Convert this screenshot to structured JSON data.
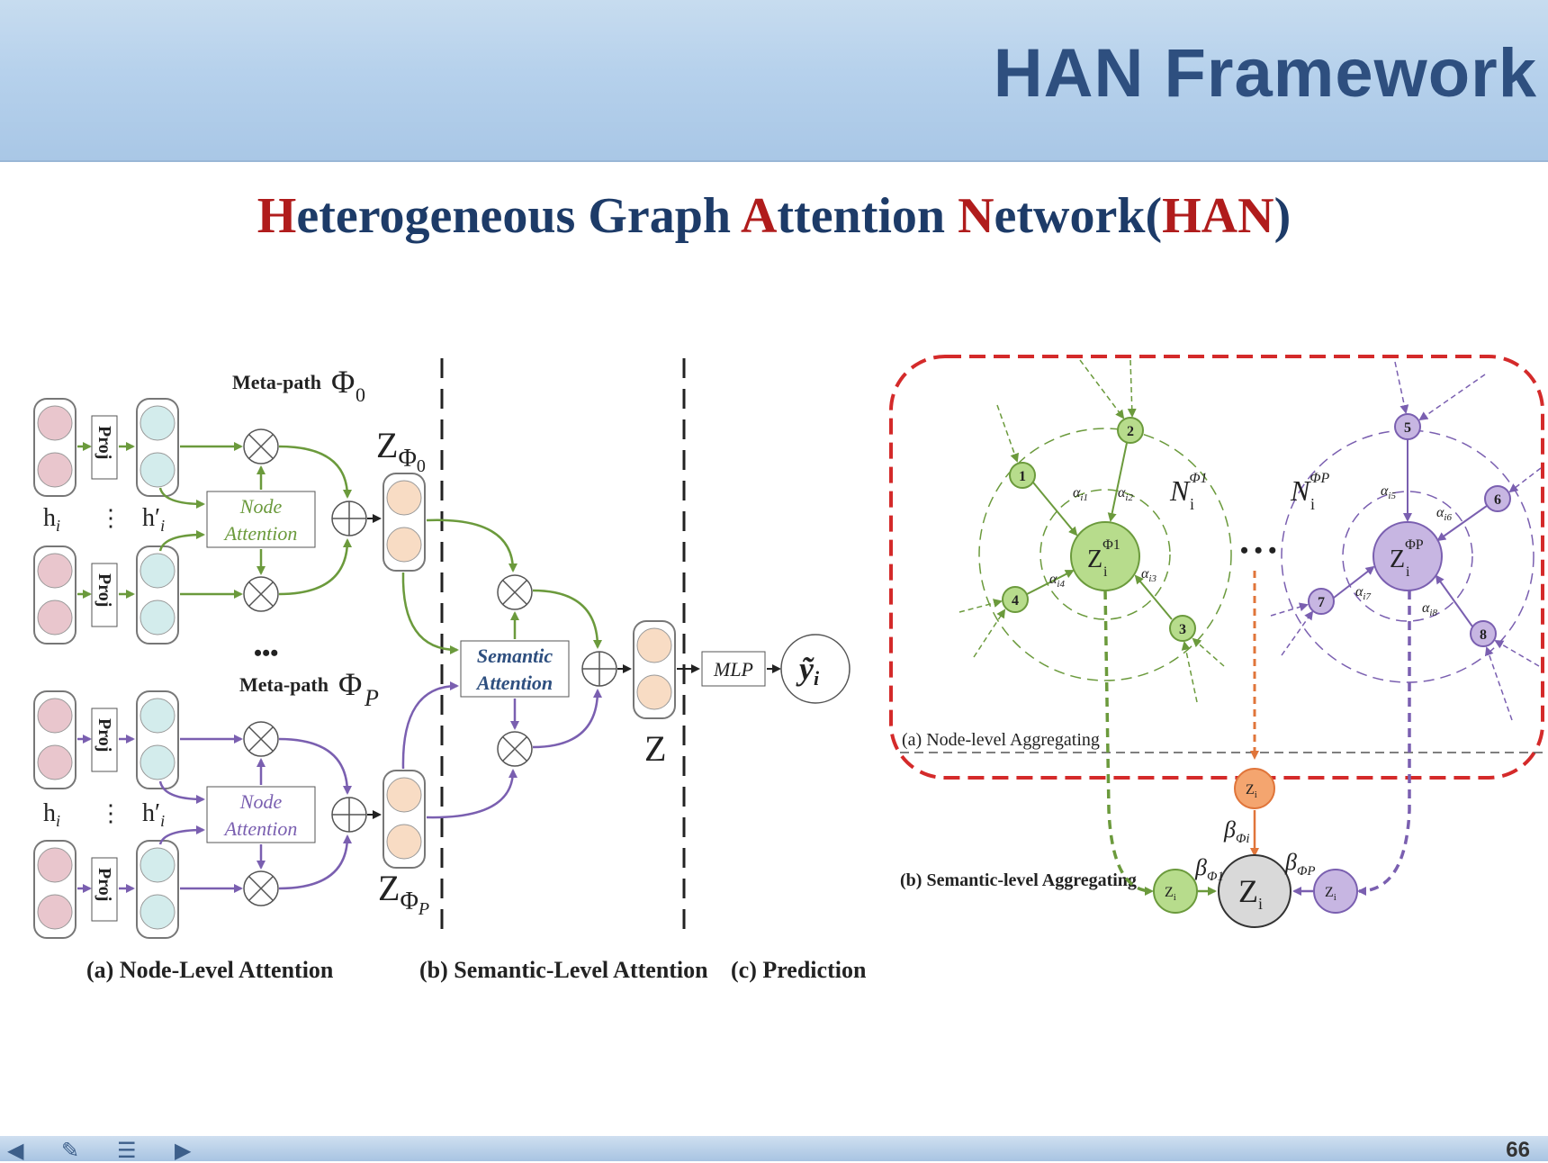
{
  "slide": {
    "title": "HAN Framework",
    "subtitle": {
      "h": "H",
      "eterogeneous": "eterogeneous Graph ",
      "a": "A",
      "ttention": "ttention ",
      "n": "N",
      "etwork": "etwork(",
      "han": "HAN",
      "close": ")"
    },
    "page_number": "66"
  },
  "left_diagram": {
    "meta_path_top": "Meta-path",
    "phi0": "Φ",
    "phi0_sub": "0",
    "meta_path_bottom": "Meta-path",
    "phiP": "Φ",
    "phiP_sub": "P",
    "proj": "Proj",
    "h_i": "h",
    "h_i_sub": "i",
    "h_i_prime": "h′",
    "h_i_prime_sub": "i",
    "vdots": "⋮",
    "ellipsis": "•••",
    "node_attention_line1": "Node",
    "node_attention_line2": "Attention",
    "z_phi0_main": "Z",
    "z_phi0_sub": "Φ",
    "z_phi0_subsub": "0",
    "z_phiP_main": "Z",
    "z_phiP_sub": "Φ",
    "z_phiP_subsub": "P",
    "semantic_attention_line1": "Semantic",
    "semantic_attention_line2": "Attention",
    "z": "Z",
    "mlp": "MLP",
    "y_hat": "ỹ",
    "y_hat_sub": "i",
    "caption_a": "(a) Node-Level Attention",
    "caption_b": "(b) Semantic-Level Attention",
    "caption_c": "(c) Prediction"
  },
  "right_diagram": {
    "caption_a": "(a) Node-level Aggregating",
    "caption_b": "(b) Semantic-level Aggregating",
    "neighbors_left": [
      "1",
      "2",
      "3",
      "4"
    ],
    "neighbors_right": [
      "5",
      "6",
      "7",
      "8"
    ],
    "n_left": "N",
    "n_left_sup": "Φ1",
    "n_left_sub": "i",
    "n_right": "N",
    "n_right_sup": "ΦP",
    "n_right_sub": "i",
    "center_left": "Z",
    "center_left_sup": "Φ1",
    "center_left_sub": "i",
    "center_right": "Z",
    "center_right_sup": "ΦP",
    "center_right_sub": "i",
    "alpha_left": [
      "α",
      "i1",
      "α",
      "i2",
      "α",
      "i3",
      "α",
      "i4"
    ],
    "alpha_right": [
      "α",
      "i5",
      "α",
      "i6",
      "α",
      "i7",
      "α",
      "i8"
    ],
    "dots": "• • •",
    "z_final": "Z",
    "z_final_sub": "i",
    "beta_1": "β",
    "beta_1_sub": "Φ1",
    "beta_i": "β",
    "beta_i_sub": "Φi",
    "beta_P": "β",
    "beta_P_sub": "ΦP",
    "small_z": "Z",
    "small_z_sub": "i"
  },
  "colors": {
    "green": "#6b9a3c",
    "purple": "#7a5fb0",
    "dashed_red": "#d42a2a",
    "orange": "#e0753a",
    "node_green_fill": "#b7dc8c",
    "node_purple_fill": "#c7b6e2",
    "pink": "#e9c6cd",
    "cyan": "#d3ecec",
    "peach": "#f8dcc4"
  }
}
